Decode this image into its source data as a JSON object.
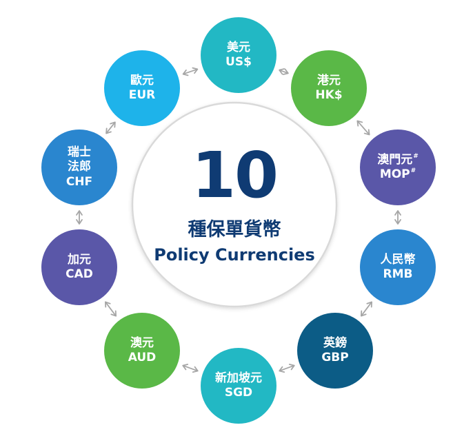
{
  "center": {
    "count": "10",
    "title_cn": "種保單貨幣",
    "title_en": "Policy Currencies"
  },
  "colors": {
    "navy": "#0f3b73",
    "ring": "#d9d9d9",
    "arrow": "#a6a6a6"
  },
  "currencies": [
    {
      "id": "usd",
      "lines": [
        "美元",
        "US$"
      ],
      "color": "#22b8c4"
    },
    {
      "id": "hkd",
      "lines": [
        "港元",
        "HK$"
      ],
      "color": "#5ab847"
    },
    {
      "id": "mop",
      "lines": [
        "澳門元",
        "MOP"
      ],
      "mark": "#",
      "color": "#5a57a8"
    },
    {
      "id": "rmb",
      "lines": [
        "人民幣",
        "RMB"
      ],
      "color": "#2a86cf"
    },
    {
      "id": "gbp",
      "lines": [
        "英鎊",
        "GBP"
      ],
      "color": "#0c5c86"
    },
    {
      "id": "sgd",
      "lines": [
        "新加坡元",
        "SGD"
      ],
      "color": "#22b8c4"
    },
    {
      "id": "aud",
      "lines": [
        "澳元",
        "AUD"
      ],
      "color": "#5ab847"
    },
    {
      "id": "cad",
      "lines": [
        "加元",
        "CAD"
      ],
      "color": "#5a57a8"
    },
    {
      "id": "chf",
      "lines": [
        "瑞士",
        "法郎",
        "CHF"
      ],
      "color": "#2a86cf"
    },
    {
      "id": "eur",
      "lines": [
        "歐元",
        "EUR"
      ],
      "color": "#1eb3ea"
    }
  ]
}
